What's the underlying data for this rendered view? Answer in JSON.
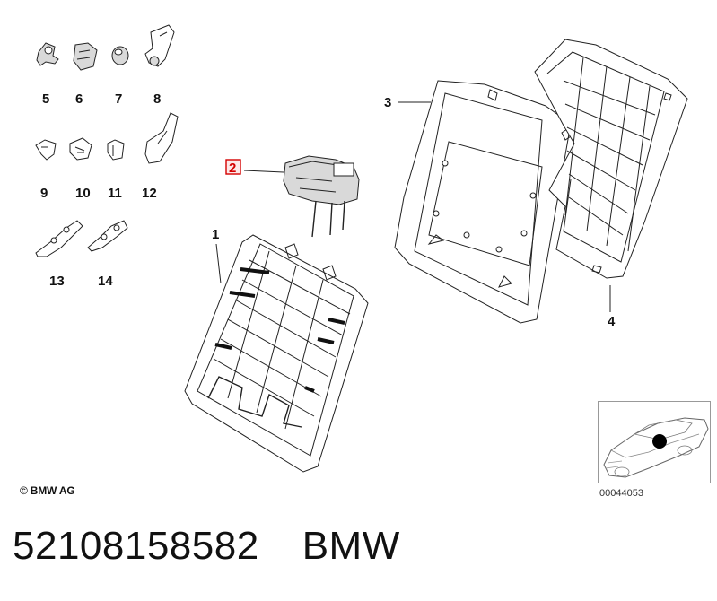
{
  "labels": {
    "p1": "1",
    "p2": "2",
    "p3": "3",
    "p4": "4",
    "p5": "5",
    "p6": "6",
    "p7": "7",
    "p8": "8",
    "p9": "9",
    "p10": "10",
    "p11": "11",
    "p12": "12",
    "p13": "13",
    "p14": "14"
  },
  "highlight_color": "#d40000",
  "copyright": "© BMW AG",
  "catalog_number": "00044053",
  "footer": {
    "part_number": "52108158582",
    "brand": "BMW"
  }
}
